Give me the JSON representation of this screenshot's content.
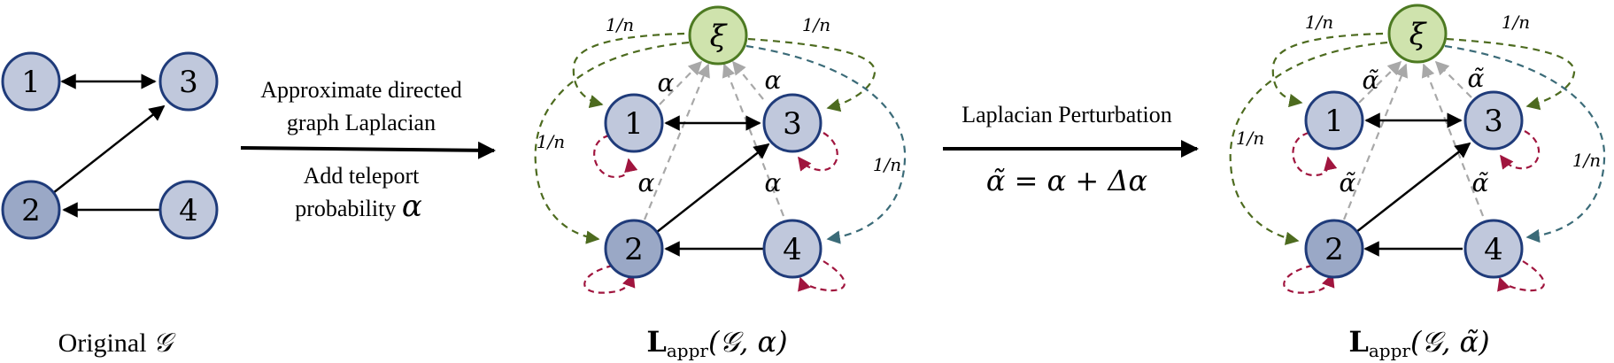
{
  "panels": {
    "original": {
      "nodes": [
        "1",
        "2",
        "3",
        "4"
      ],
      "caption": {
        "prefix": "Original ",
        "symbol": "𝒢"
      }
    },
    "lappr": {
      "nodes": [
        "1",
        "2",
        "3",
        "4"
      ],
      "xi": "ξ",
      "teleport_labels": [
        "1/n",
        "1/n",
        "1/n",
        "1/n"
      ],
      "alpha_labels": [
        "α",
        "α",
        "α",
        "α"
      ],
      "caption": {
        "L": "L",
        "sub": "appr",
        "args": "(𝒢, α)"
      }
    },
    "perturbed": {
      "nodes": [
        "1",
        "2",
        "3",
        "4"
      ],
      "xi": "ξ",
      "teleport_labels": [
        "1/n",
        "1/n",
        "1/n",
        "1/n"
      ],
      "alpha_labels": [
        "α̃",
        "α̃",
        "α̃",
        "α̃"
      ],
      "caption": {
        "L": "L",
        "sub": "appr",
        "args": "(𝒢, α̃)"
      }
    }
  },
  "arrow1": {
    "line1": "Approximate directed",
    "line2": "graph Laplacian",
    "line3": "Add teleport",
    "line4": "probability",
    "symbol": "α"
  },
  "arrow2": {
    "title": "Laplacian Perturbation",
    "equation": "α̃ = α + Δα"
  },
  "colors": {
    "node_fill": "#c0c8dc",
    "node_fill_dark": "#9aa8c6",
    "node_stroke": "#1f3b7a",
    "xi_fill": "#cfe3ad",
    "xi_stroke": "#4d7a22",
    "green_dash": "#4d6b1f",
    "teal_dash": "#3b6b78",
    "red_dash": "#a0153e",
    "gray_dash": "#a8a8a8",
    "black": "#000000"
  }
}
